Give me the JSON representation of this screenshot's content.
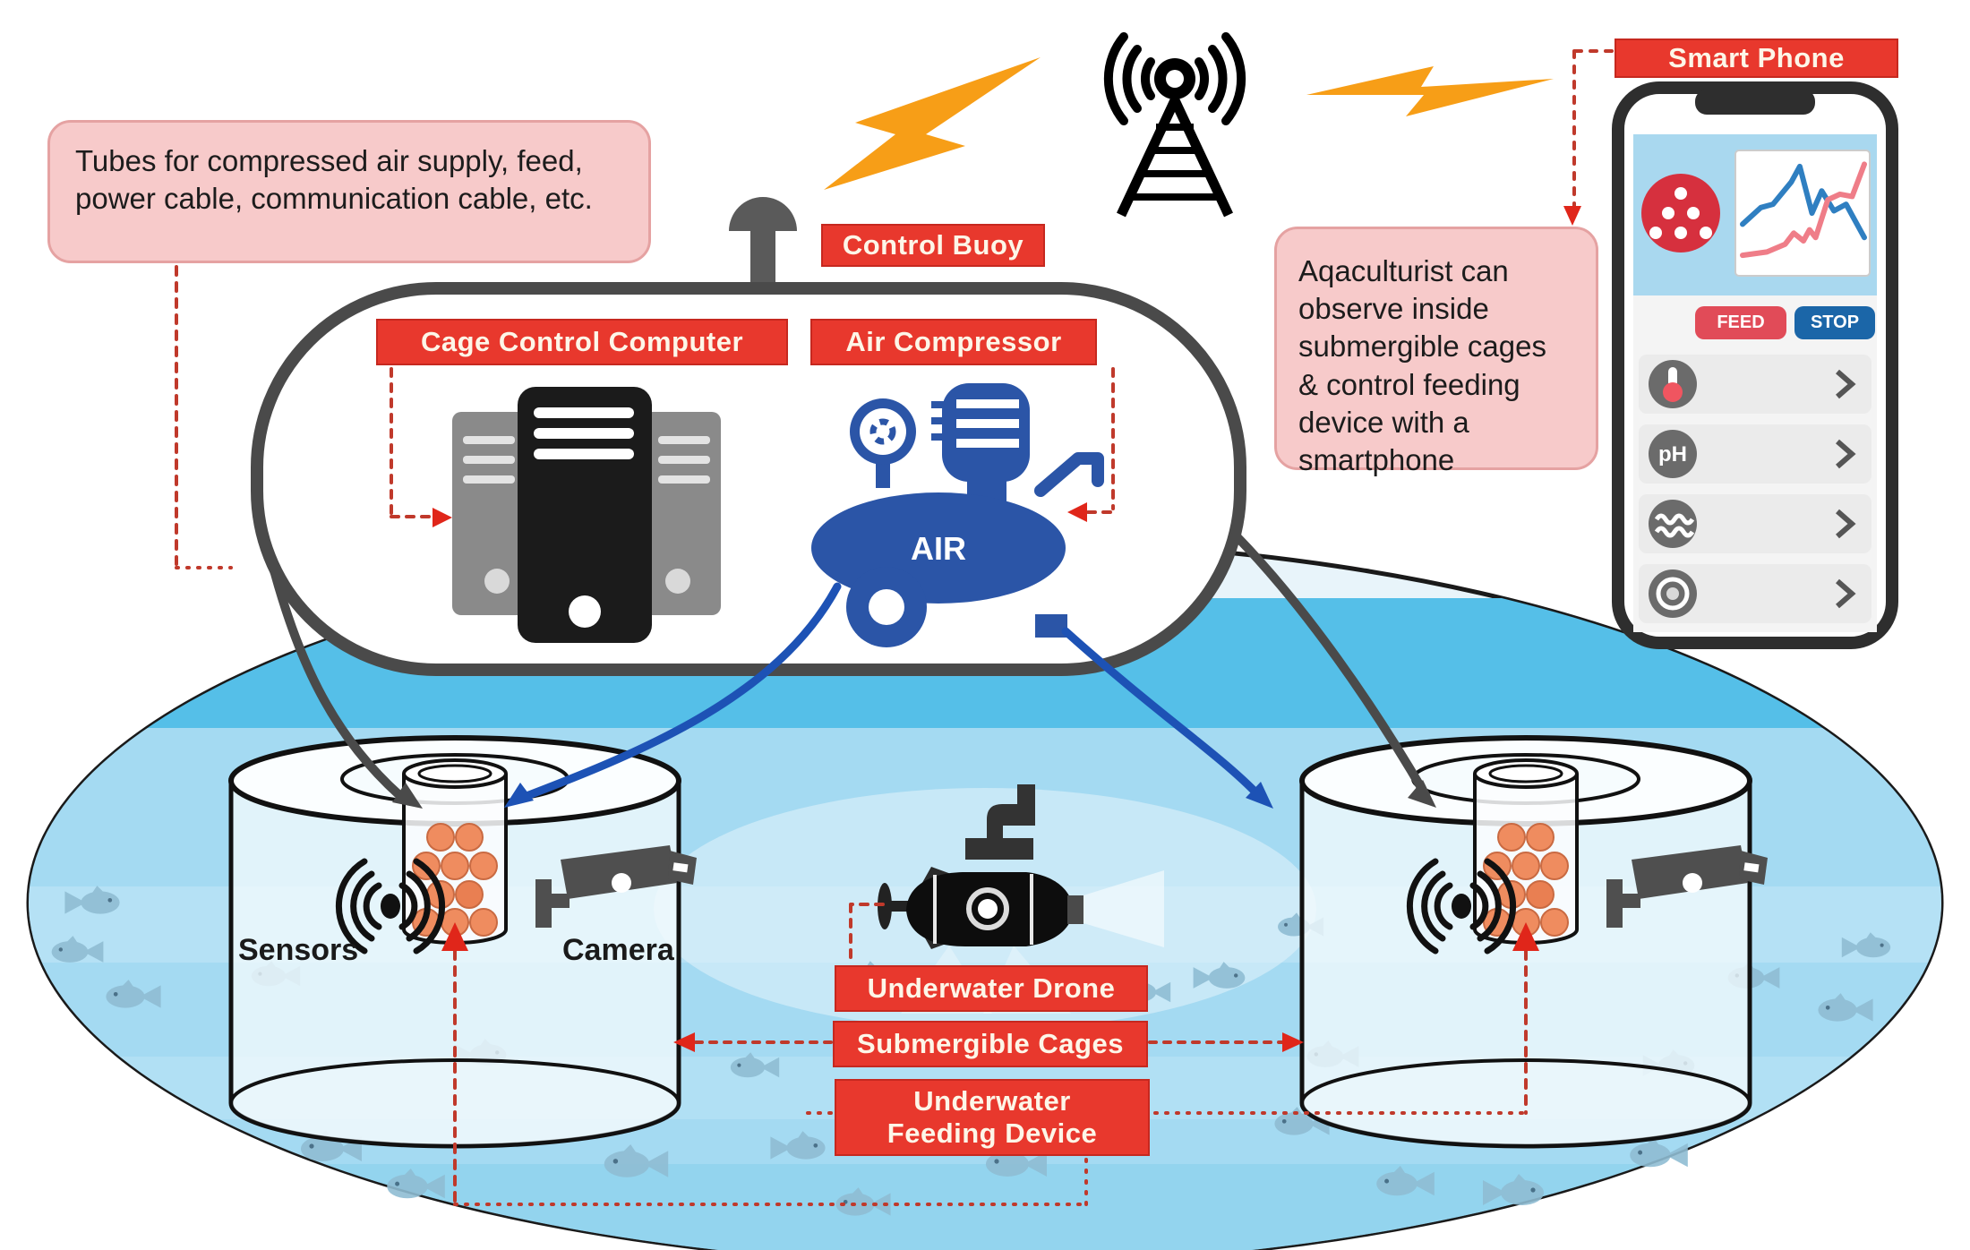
{
  "boxes": {
    "tubes_note": "Tubes for compressed air supply, feed, power cable, communication cable, etc.",
    "observer_note": "Aqaculturist can observe inside submergible cages & control feeding device with a smartphone"
  },
  "labels": {
    "control_buoy": "Control Buoy",
    "cage_control_computer": "Cage Control Computer",
    "air_compressor": "Air Compressor",
    "smart_phone": "Smart Phone",
    "underwater_drone": "Underwater Drone",
    "submergible_cages": "Submergible Cages",
    "underwater_feeding_device": "Underwater\nFeeding Device",
    "sensors": "Sensors",
    "camera": "Camera",
    "air_tank": "AIR",
    "ph": "pH"
  },
  "phone": {
    "buttons": {
      "feed": "FEED",
      "stop": "STOP"
    },
    "rows": [
      {
        "icon": "thermometer-icon"
      },
      {
        "icon": "ph-icon"
      },
      {
        "icon": "water-waves-icon"
      },
      {
        "icon": "camera-lens-icon"
      }
    ],
    "chart": {
      "type": "line",
      "series": [
        {
          "name": "blue",
          "color": "#2f7fc1",
          "points": [
            [
              0,
              0.6
            ],
            [
              0.15,
              0.45
            ],
            [
              0.25,
              0.42
            ],
            [
              0.4,
              0.22
            ],
            [
              0.47,
              0.08
            ],
            [
              0.57,
              0.5
            ],
            [
              0.65,
              0.3
            ],
            [
              0.75,
              0.48
            ],
            [
              0.85,
              0.42
            ],
            [
              1,
              0.72
            ]
          ]
        },
        {
          "name": "pink",
          "color": "#ef7d88",
          "points": [
            [
              0,
              0.88
            ],
            [
              0.2,
              0.85
            ],
            [
              0.35,
              0.78
            ],
            [
              0.42,
              0.68
            ],
            [
              0.5,
              0.75
            ],
            [
              0.55,
              0.65
            ],
            [
              0.6,
              0.72
            ],
            [
              0.7,
              0.38
            ],
            [
              0.8,
              0.33
            ],
            [
              0.9,
              0.35
            ],
            [
              1,
              0.06
            ]
          ]
        }
      ]
    }
  },
  "colors": {
    "accent_red": "#e8382d",
    "pink_note": "#f7caca",
    "water_body_blue": "#a4daf2",
    "surface_blue": "#55bfe8",
    "compressor_blue": "#2b55a7",
    "lightning_orange": "#f79e17",
    "pellet_orange": "#ef8c5f",
    "connector_red": "#c0392b",
    "dark_gray": "#4a4a4a"
  }
}
